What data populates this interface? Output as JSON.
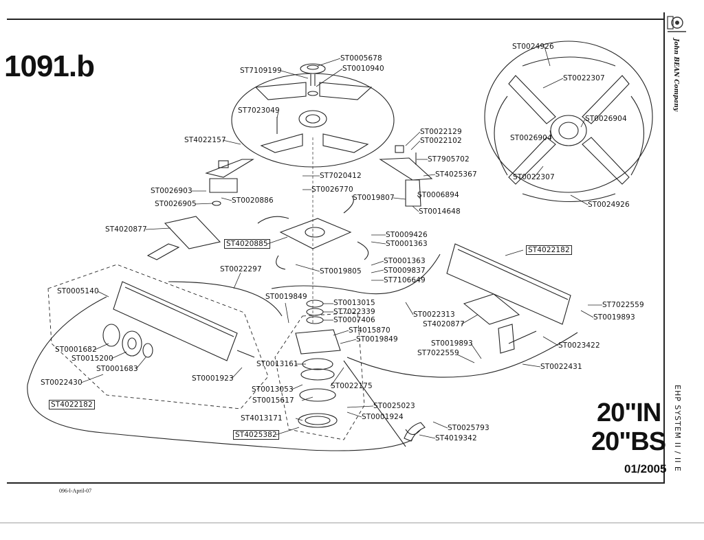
{
  "title": "1091.b",
  "model_line1": "20\"IN",
  "model_line2": "20\"BS",
  "date": "01/2005",
  "side_text": "EHP SYSTEM II / II E",
  "footer": "096-l-April-07",
  "logo": {
    "brand": "John BEAN Company"
  },
  "parts": [
    {
      "text": "ST0005678"
    },
    {
      "text": "ST7109199"
    },
    {
      "text": "ST0010940"
    },
    {
      "text": "ST7023049"
    },
    {
      "text": "ST4022157"
    },
    {
      "text": "ST0022129"
    },
    {
      "text": "ST0022102"
    },
    {
      "text": "ST7905702"
    },
    {
      "text": "ST4025367"
    },
    {
      "text": "ST7020412"
    },
    {
      "text": "ST0026770"
    },
    {
      "text": "ST0026903"
    },
    {
      "text": "ST0020886"
    },
    {
      "text": "ST0026905"
    },
    {
      "text": "ST0019807"
    },
    {
      "text": "ST0006894"
    },
    {
      "text": "ST0014648"
    },
    {
      "text": "ST4020877"
    },
    {
      "text": "ST4020885"
    },
    {
      "text": "ST0009426"
    },
    {
      "text": "ST0001363"
    },
    {
      "text": "ST4022182"
    },
    {
      "text": "ST0022297"
    },
    {
      "text": "ST0019805"
    },
    {
      "text": "ST0001363"
    },
    {
      "text": "ST0009837"
    },
    {
      "text": "ST7106649"
    },
    {
      "text": "ST0005140"
    },
    {
      "text": "ST0019849"
    },
    {
      "text": "ST0013015"
    },
    {
      "text": "ST7022339"
    },
    {
      "text": "ST0007406"
    },
    {
      "text": "ST0022313"
    },
    {
      "text": "ST7022559"
    },
    {
      "text": "ST0019893"
    },
    {
      "text": "ST4020877"
    },
    {
      "text": "ST4015870"
    },
    {
      "text": "ST0019849"
    },
    {
      "text": "ST0001682"
    },
    {
      "text": "ST0015200"
    },
    {
      "text": "ST0001683"
    },
    {
      "text": "ST0019893"
    },
    {
      "text": "ST7022559"
    },
    {
      "text": "ST0023422"
    },
    {
      "text": "ST0013161"
    },
    {
      "text": "ST0022431"
    },
    {
      "text": "ST0022430"
    },
    {
      "text": "ST0001923"
    },
    {
      "text": "ST0013053"
    },
    {
      "text": "ST0022175"
    },
    {
      "text": "ST0015617"
    },
    {
      "text": "ST4022182"
    },
    {
      "text": "ST0025023"
    },
    {
      "text": "ST4013171"
    },
    {
      "text": "ST0001924"
    },
    {
      "text": "ST0025793"
    },
    {
      "text": "ST4025382"
    },
    {
      "text": "ST4019342"
    },
    {
      "text": "ST0024926"
    },
    {
      "text": "ST0022307"
    },
    {
      "text": "ST0026904"
    },
    {
      "text": "ST0026904"
    },
    {
      "text": "ST0022307"
    },
    {
      "text": "ST0024926"
    }
  ]
}
